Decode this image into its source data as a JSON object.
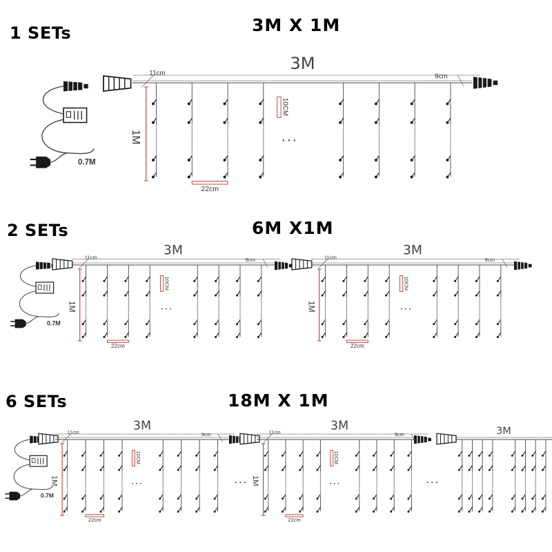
{
  "sections": [
    {
      "label": "1 SETs",
      "title": "3M X 1M",
      "units": [
        {
          "length": "3M",
          "start_gap": "11cm",
          "end_gap": "9cm",
          "height": "1M",
          "drop_spacing": "10CM",
          "strand_spacing": "22cm",
          "ellipsis": ". . ."
        }
      ],
      "cable_length": "0.7M"
    },
    {
      "label": "2 SETs",
      "title": "6M X1M",
      "units": [
        {
          "length": "3M",
          "start_gap": "11cm",
          "end_gap": "9cm",
          "height": "1M",
          "drop_spacing": "10CM",
          "strand_spacing": "22cm",
          "ellipsis": ". . ."
        },
        {
          "length": "3M",
          "start_gap": "11cm",
          "end_gap": "9cm",
          "height": "1M",
          "drop_spacing": "10CM",
          "strand_spacing": "22cm",
          "ellipsis": ". . ."
        }
      ],
      "cable_length": "0.7M"
    },
    {
      "label": "6 SETs",
      "title": "18M X 1M",
      "units": [
        {
          "length": "3M",
          "start_gap": "11cm",
          "end_gap": "9cm",
          "height": "1M",
          "drop_spacing": "10CM",
          "strand_spacing": "22cm",
          "ellipsis": ". . ."
        },
        {
          "length": "3M",
          "start_gap": "11cm",
          "end_gap": "9cm",
          "height": "1M",
          "drop_spacing": "10CM",
          "strand_spacing": "22cm",
          "ellipsis": ". . ."
        },
        {
          "length": "3M"
        }
      ],
      "between_ellipsis": ". . .",
      "cable_length": "0.7M"
    }
  ],
  "colors": {
    "line": "#444444",
    "dim_red": "#c0392b",
    "plug": "#1a1a1a"
  }
}
